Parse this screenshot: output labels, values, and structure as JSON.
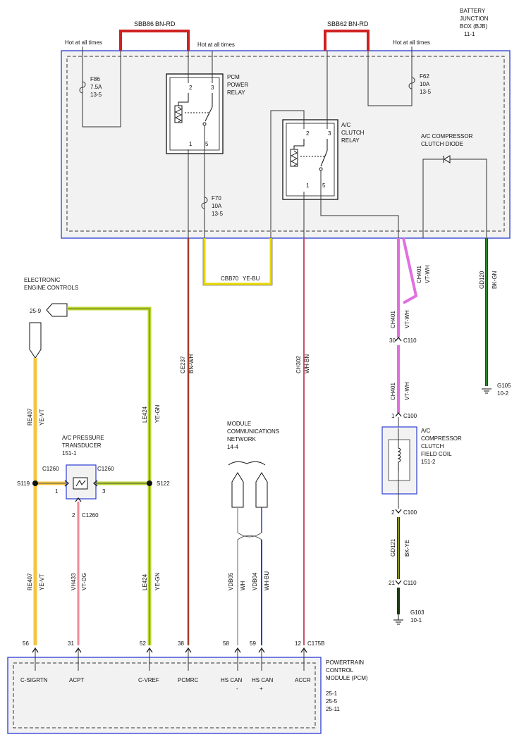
{
  "bjb": {
    "title1": "BATTERY",
    "title2": "JUNCTION",
    "title3": "BOX (BJB)",
    "ref": "11-1"
  },
  "busbars": {
    "sbb86": {
      "code": "SBB86",
      "color": "BN-RD"
    },
    "sbb62": {
      "code": "SBB62",
      "color": "BN-RD"
    }
  },
  "hot_labels": {
    "a": "Hot at all times",
    "b": "Hot at all times",
    "c": "Hot at all times"
  },
  "fuses": {
    "f86": {
      "name": "F86",
      "amps": "7.5A",
      "ref": "13-5"
    },
    "f62": {
      "name": "F62",
      "amps": "10A",
      "ref": "13-5"
    },
    "f70": {
      "name": "F70",
      "amps": "10A",
      "ref": "13-5"
    }
  },
  "pcm_relay": {
    "l1": "PCM",
    "l2": "POWER",
    "l3": "RELAY",
    "pins": [
      "2",
      "3",
      "1",
      "5"
    ]
  },
  "ac_relay": {
    "l1": "A/C",
    "l2": "CLUTCH",
    "l3": "RELAY",
    "pins": [
      "2",
      "3",
      "1",
      "5"
    ]
  },
  "diode": {
    "l1": "A/C COMPRESSOR",
    "l2": "CLUTCH DIODE"
  },
  "wires": {
    "cbb70": {
      "circuit": "CBB70",
      "color": "YE-BU"
    },
    "ce237": {
      "circuit": "CE237",
      "color": "BN-WH"
    },
    "ch302": {
      "circuit": "CH302",
      "color": "WH-BN"
    },
    "ch401a": {
      "circuit": "CH401",
      "color": "VT-WH"
    },
    "ch401b": {
      "circuit": "CH401",
      "color": "VT-WH"
    },
    "ch401c": {
      "circuit": "CH401",
      "color": "VT-WH"
    },
    "gd120": {
      "circuit": "GD120",
      "color": "BK-GN"
    },
    "gd121": {
      "circuit": "GD121",
      "color": "BK-YE"
    },
    "re407a": {
      "circuit": "RE407",
      "color": "YE-VT"
    },
    "re407b": {
      "circuit": "RE407",
      "color": "YE-VT"
    },
    "le424a": {
      "circuit": "LE424",
      "color": "YE-GN"
    },
    "le424b": {
      "circuit": "LE424",
      "color": "YE-GN"
    },
    "vh433": {
      "circuit": "VH433",
      "color": "VT-OG"
    },
    "vdb05": {
      "circuit": "VDB05",
      "color": "WH"
    },
    "vdb04": {
      "circuit": "VDB04",
      "color": "WH-BU"
    }
  },
  "eec": {
    "l1": "ELECTRONIC",
    "l2": "ENGINE CONTROLS",
    "ref": "25-9"
  },
  "transducer": {
    "l1": "A/C PRESSURE",
    "l2": "TRANSDUCER",
    "ref": "151-1",
    "conn_left": "C1260",
    "conn_right": "C1260",
    "conn_bottom": "C1260",
    "pin_l": "1",
    "pin_r": "3",
    "pin_b": "2"
  },
  "splices": {
    "s119": "S119",
    "s122": "S122"
  },
  "connectors": {
    "c110a": {
      "pin": "30",
      "name": "C110"
    },
    "c100a": {
      "pin": "1",
      "name": "C100"
    },
    "c100b": {
      "pin": "2",
      "name": "C100"
    },
    "c110b": {
      "pin": "21",
      "name": "C110"
    }
  },
  "grounds": {
    "g105": {
      "name": "G105",
      "ref": "10-2"
    },
    "g103": {
      "name": "G103",
      "ref": "10-1"
    }
  },
  "coil": {
    "l1": "A/C",
    "l2": "COMPRESSOR",
    "l3": "CLUTCH",
    "l4": "FIELD COIL",
    "ref": "151-2"
  },
  "network": {
    "l1": "MODULE",
    "l2": "COMMUNICATIONS",
    "l3": "NETWORK",
    "ref": "14-4"
  },
  "pcm": {
    "l1": "POWERTRAIN",
    "l2": "CONTROL",
    "l3": "MODULE (PCM)",
    "refs": [
      "25-1",
      "25-5",
      "25-11"
    ],
    "connector": "C175B",
    "pins": [
      {
        "num": "56",
        "label": "C-SIGRTN",
        "sub": ""
      },
      {
        "num": "31",
        "label": "ACPT",
        "sub": ""
      },
      {
        "num": "52",
        "label": "C-VREF",
        "sub": ""
      },
      {
        "num": "38",
        "label": "PCMRC",
        "sub": ""
      },
      {
        "num": "58",
        "label": "HS CAN",
        "sub": "-"
      },
      {
        "num": "59",
        "label": "HS CAN",
        "sub": "+"
      },
      {
        "num": "12",
        "label": "ACCR",
        "sub": ""
      }
    ]
  }
}
